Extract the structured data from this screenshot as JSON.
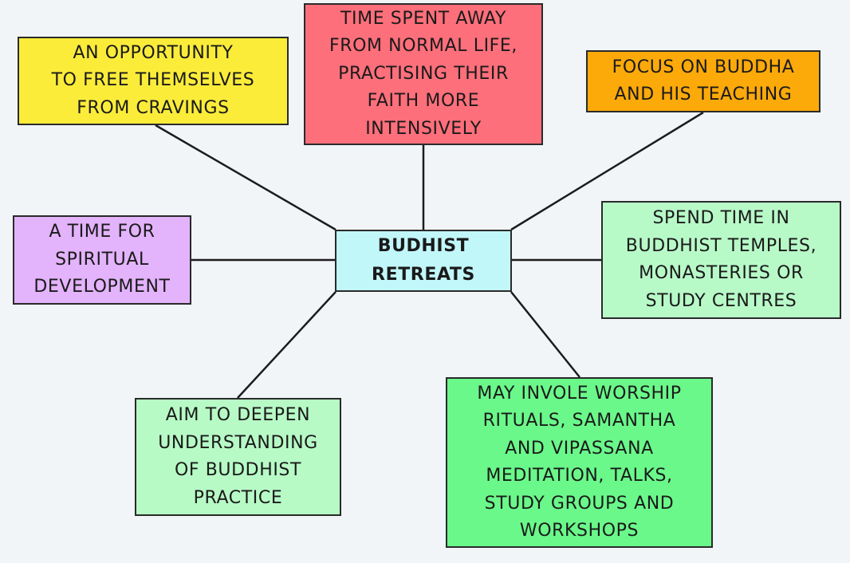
{
  "center": {
    "text": "BUDHIST\nRETREATS",
    "color": "#c2f7fa"
  },
  "nodes": [
    {
      "id": "free-cravings",
      "text": "AN OPPORTUNITY\nTO FREE THEMSELVES\nFROM CRAVINGS",
      "color": "#fbec3a"
    },
    {
      "id": "time-away",
      "text": "TIME SPENT AWAY\nFROM NORMAL LIFE,\nPRACTISING THEIR\nFAITH MORE\nINTENSIVELY",
      "color": "#fd6f7b"
    },
    {
      "id": "focus-buddha",
      "text": "FOCUS ON BUDDHA\nAND HIS TEACHING",
      "color": "#fca90a"
    },
    {
      "id": "spiritual-development",
      "text": "A TIME FOR\nSPIRITUAL\nDEVELOPMENT",
      "color": "#e3b3fb"
    },
    {
      "id": "temples",
      "text": "SPEND TIME IN\nBUDDHIST TEMPLES,\nMONASTERIES OR\nSTUDY CENTRES",
      "color": "#b8f9c8"
    },
    {
      "id": "deepen-understanding",
      "text": "AIM TO DEEPEN\nUNDERSTANDING\nOF BUDDHIST\nPRACTICE",
      "color": "#b7fac6"
    },
    {
      "id": "worship-rituals",
      "text": "MAY INVOLE WORSHIP\nRITUALS, SAMANTHA\nAND VIPASSANA\nMEDITATION, TALKS,\nSTUDY GROUPS AND\nWORKSHOPS",
      "color": "#6af88a"
    }
  ]
}
